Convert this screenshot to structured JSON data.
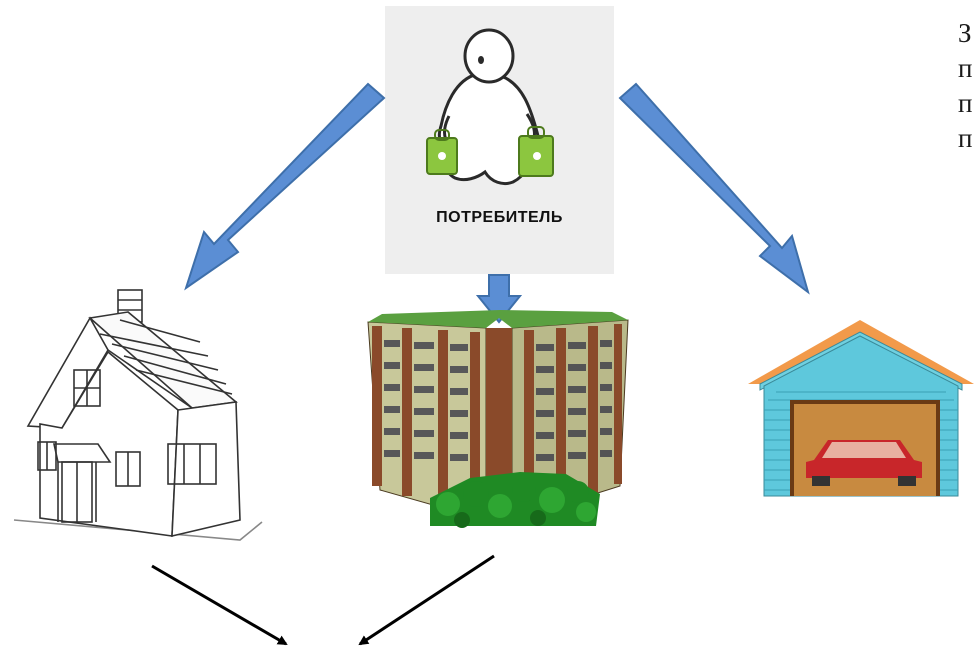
{
  "consumer": {
    "label": "ПОТРЕБИТЕЛЬ",
    "icon": "consumer-figure-with-shopping-bags"
  },
  "side_text": {
    "lines": [
      "З",
      "п",
      "п",
      "п"
    ]
  },
  "housing_types": [
    {
      "icon": "private-house-icon"
    },
    {
      "icon": "apartment-building-icon"
    },
    {
      "icon": "garage-icon"
    }
  ],
  "colors": {
    "arrow_blue": "#5b8ed4",
    "arrow_blue_edge": "#3e6faa",
    "garage_teal": "#5ec8dc",
    "building_brown": "#8a4a2a",
    "building_facade": "#c8c89a",
    "trees_green": "#1f8a24"
  }
}
